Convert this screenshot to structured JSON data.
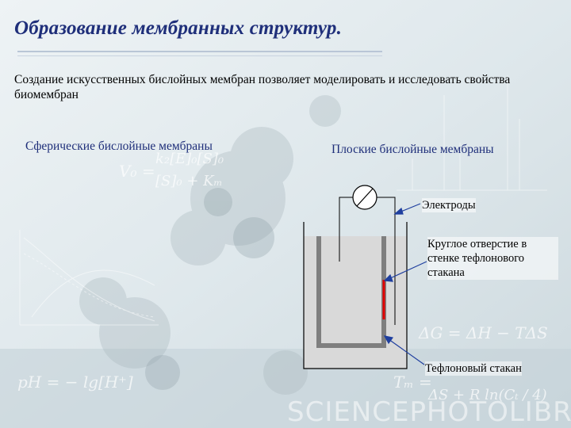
{
  "slide": {
    "title": "Образование мембранных структур.",
    "intro": "Создание искусственных бислойных мембран позволяет моделировать и исследовать свойства биомембран",
    "left_heading": "Сферические бислойные мембраны",
    "right_heading": "Плоские бислойные мембраны"
  },
  "diagram": {
    "label_electrodes": "Электроды",
    "label_hole": "Круглое отверстие в стенке тефлонового стакана",
    "label_cup": "Тефлоновый стакан"
  },
  "background": {
    "formula_ph": "pH = − lg[H⁺]",
    "formula_dg": "ΔG = ΔH − TΔS",
    "formula_tm_top": "Tₘ =",
    "formula_tm_bottom": "ΔS + R ln(Cₜ / 4)",
    "formula_rate_num": "k₂[E]₀[S]₀",
    "formula_rate_den": "[S]₀ + Kₘ",
    "formula_rate_lhs": "V₀ =",
    "watermark": "SCIENCEPHOTOLIBRARY"
  },
  "colors": {
    "title": "#1f2f7a",
    "heading": "#1f2f7a",
    "membrane": "#e00000",
    "water": "#d9d9d9",
    "cup_wall": "#7f7f7f"
  }
}
